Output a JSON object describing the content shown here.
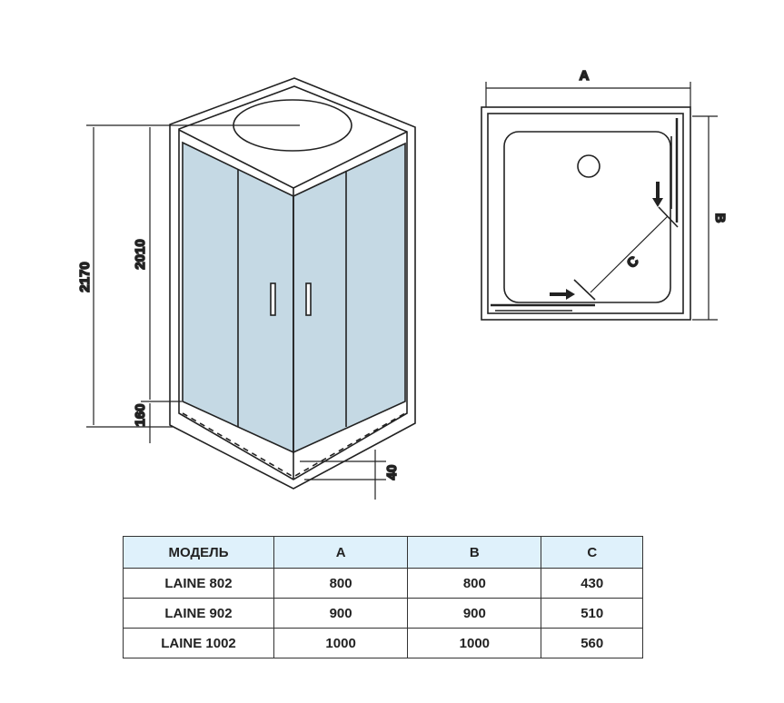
{
  "drawing": {
    "dim_total_height": "2170",
    "dim_cabin_height": "2010",
    "dim_base_height": "160",
    "dim_tray_depth": "40",
    "plan_label_a": "A",
    "plan_label_b": "B",
    "plan_label_c": "C",
    "glass_color": "#c5d9e4"
  },
  "table": {
    "headers": [
      "МОДЕЛЬ",
      "A",
      "B",
      "C"
    ],
    "rows": [
      [
        "LAINE 802",
        "800",
        "800",
        "430"
      ],
      [
        "LAINE 902",
        "900",
        "900",
        "510"
      ],
      [
        "LAINE 1002",
        "1000",
        "1000",
        "560"
      ]
    ],
    "header_color": "#dff1fb"
  }
}
